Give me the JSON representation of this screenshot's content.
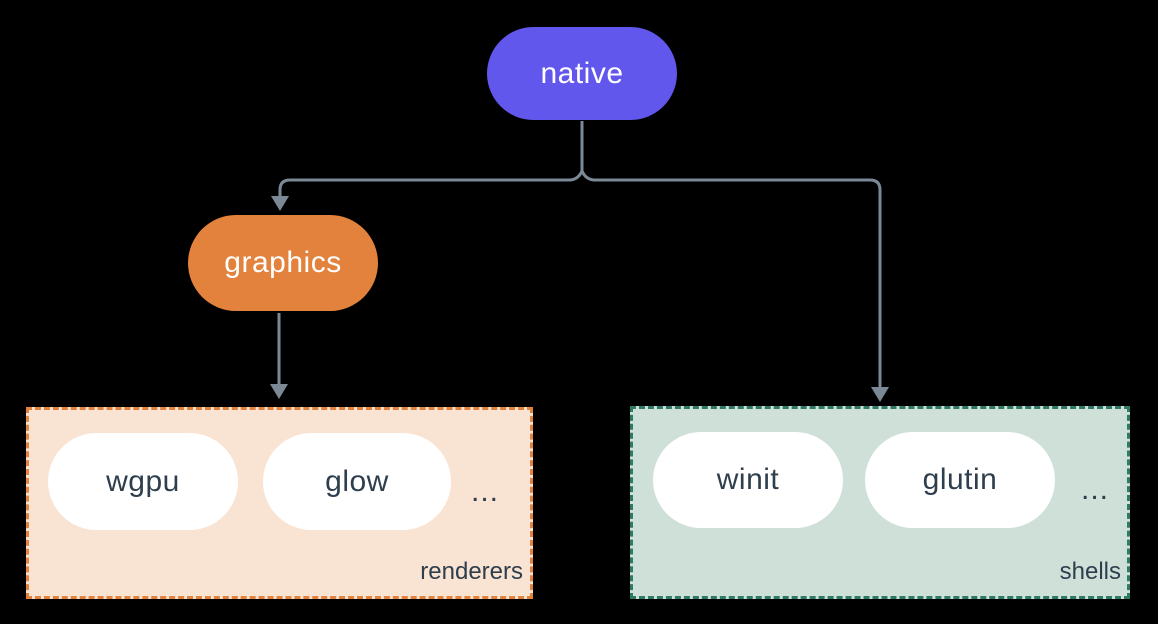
{
  "diagram": {
    "background": "#000000",
    "connector_color": "#7b8896",
    "item_text_color": "#2e3e4d",
    "nodes": {
      "native": {
        "label": "native",
        "fill": "#6257ec",
        "text_color": "#ffffff"
      },
      "graphics": {
        "label": "graphics",
        "fill": "#e2823c",
        "text_color": "#ffffff"
      }
    },
    "groups": {
      "renderers": {
        "label": "renderers",
        "fill": "#f9e3d2",
        "border_color": "#e2823c",
        "items": [
          "wgpu",
          "glow"
        ],
        "ellipsis": "..."
      },
      "shells": {
        "label": "shells",
        "fill": "#cfe0d9",
        "border_color": "#2d7a66",
        "items": [
          "winit",
          "glutin"
        ],
        "ellipsis": "..."
      }
    },
    "edges": [
      {
        "from": "native",
        "to": "graphics"
      },
      {
        "from": "native",
        "to": "shells"
      },
      {
        "from": "graphics",
        "to": "renderers"
      }
    ]
  }
}
